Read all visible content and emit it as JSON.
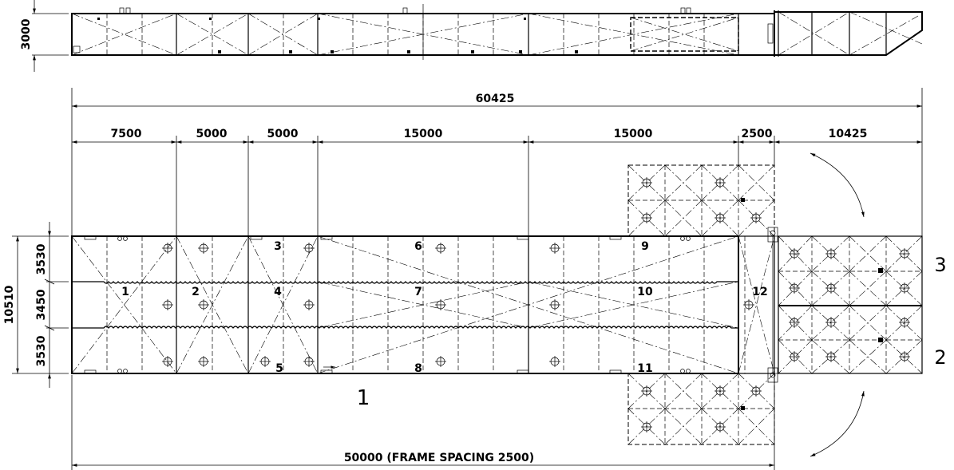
{
  "dimensions": {
    "overall_length": "60425",
    "height_elevation": "3000",
    "overall_width": "10510",
    "bottom_length": "50000 (FRAME SPACING 2500)",
    "segments": [
      "7500",
      "5000",
      "5000",
      "15000",
      "15000",
      "2500",
      "10425"
    ],
    "widths": [
      "3530",
      "3450",
      "3530"
    ]
  },
  "compartments": [
    "1",
    "2",
    "3",
    "4",
    "5",
    "6",
    "7",
    "8",
    "9",
    "10",
    "11",
    "12"
  ],
  "module_labels": {
    "main": "1",
    "lower_right": "2",
    "upper_right": "3"
  }
}
